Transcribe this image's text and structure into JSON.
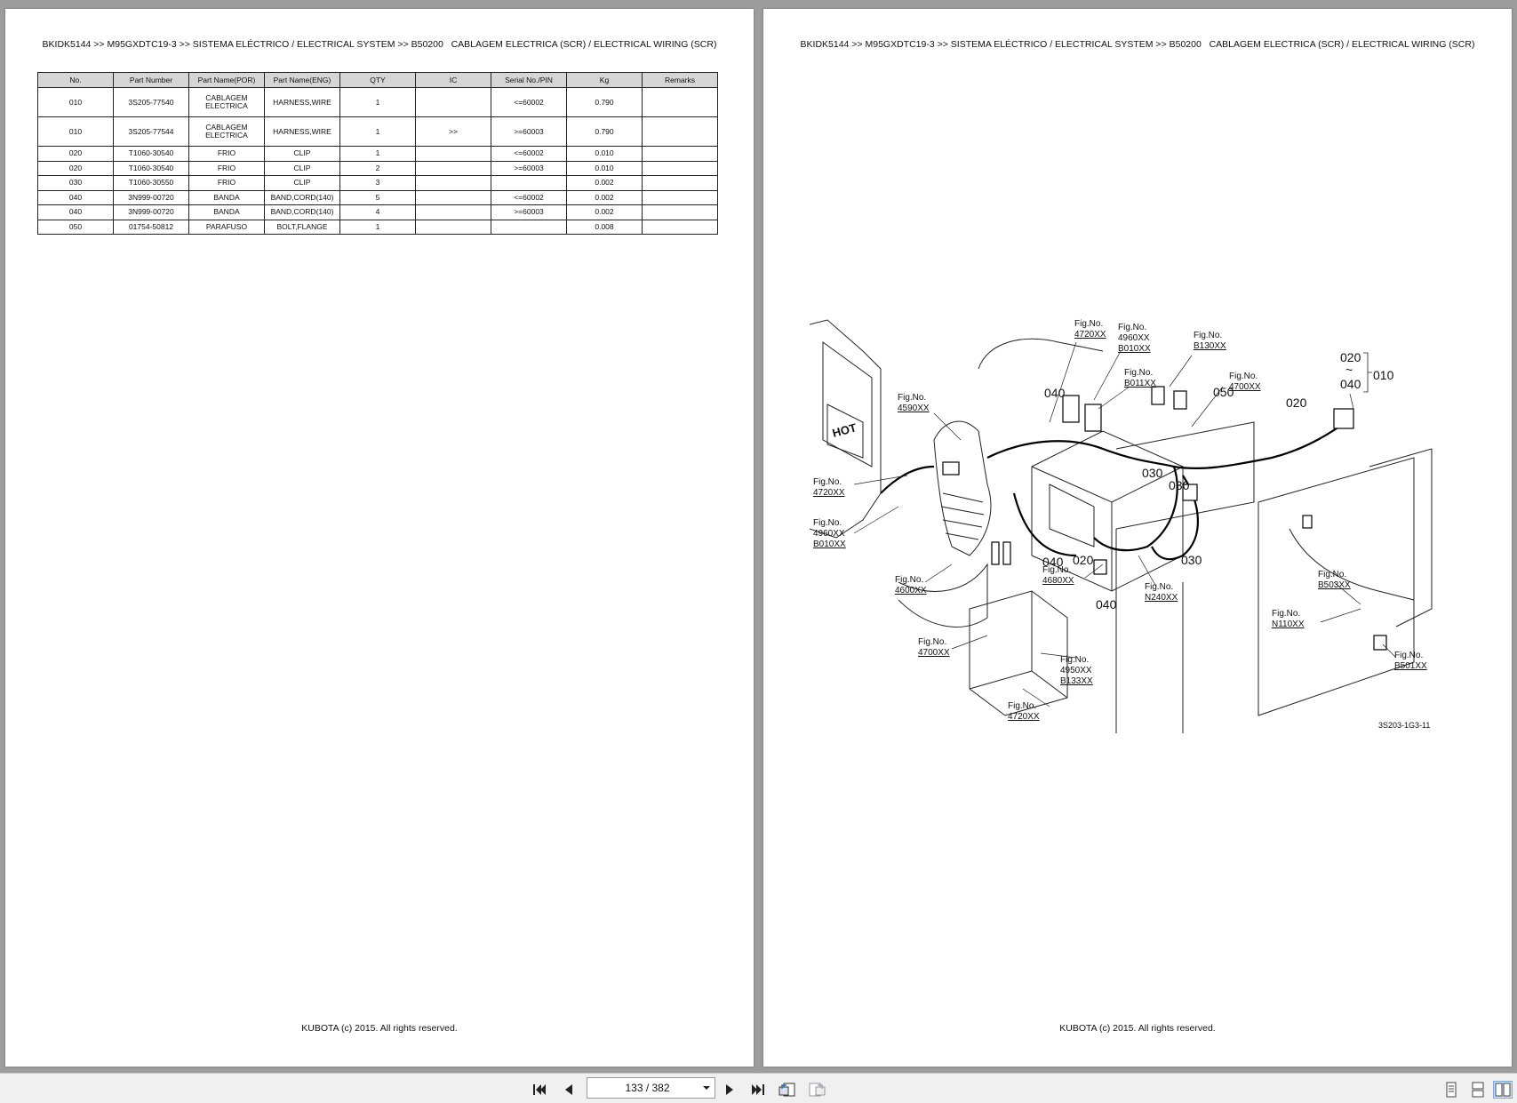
{
  "header": {
    "breadcrumb": "BKIDK5144 >> M95GXDTC19-3 >> SISTEMA ELÉCTRICO / ELECTRICAL SYSTEM >> B50200   CABLAGEM ELECTRICA (SCR) / ELECTRICAL WIRING (SCR)"
  },
  "footer": {
    "copyright": "KUBOTA (c) 2015. All rights reserved."
  },
  "parts_table": {
    "columns": [
      "No.",
      "Part Number",
      "Part Name(POR)",
      "Part Name(ENG)",
      "QTY",
      "IC",
      "Serial No./PIN",
      "Kg",
      "Remarks"
    ],
    "rows": [
      {
        "no": "010",
        "part_number": "3S205-77540",
        "name_por": "CABLAGEM ELECTRICA",
        "name_eng": "HARNESS,WIRE",
        "qty": "1",
        "ic": "",
        "serial": "<=60002",
        "kg": "0.790",
        "remarks": ""
      },
      {
        "no": "010",
        "part_number": "3S205-77544",
        "name_por": "CABLAGEM ELECTRICA",
        "name_eng": "HARNESS,WIRE",
        "qty": "1",
        "ic": ">>",
        "serial": ">=60003",
        "kg": "0.790",
        "remarks": ""
      },
      {
        "no": "020",
        "part_number": "T1060-30540",
        "name_por": "FRIO",
        "name_eng": "CLIP",
        "qty": "1",
        "ic": "",
        "serial": "<=60002",
        "kg": "0.010",
        "remarks": ""
      },
      {
        "no": "020",
        "part_number": "T1060-30540",
        "name_por": "FRIO",
        "name_eng": "CLIP",
        "qty": "2",
        "ic": "",
        "serial": ">=60003",
        "kg": "0.010",
        "remarks": ""
      },
      {
        "no": "030",
        "part_number": "T1060-30550",
        "name_por": "FRIO",
        "name_eng": "CLIP",
        "qty": "3",
        "ic": "",
        "serial": "",
        "kg": "0.002",
        "remarks": ""
      },
      {
        "no": "040",
        "part_number": "3N999-00720",
        "name_por": "BANDA",
        "name_eng": "BAND,CORD(140)",
        "qty": "5",
        "ic": "",
        "serial": "<=60002",
        "kg": "0.002",
        "remarks": ""
      },
      {
        "no": "040",
        "part_number": "3N999-00720",
        "name_por": "BANDA",
        "name_eng": "BAND,CORD(140)",
        "qty": "4",
        "ic": "",
        "serial": ">=60003",
        "kg": "0.002",
        "remarks": ""
      },
      {
        "no": "050",
        "part_number": "01754-50812",
        "name_por": "PARAFUSO",
        "name_eng": "BOLT,FLANGE",
        "qty": "1",
        "ic": "",
        "serial": "",
        "kg": "0.008",
        "remarks": ""
      }
    ]
  },
  "diagram": {
    "fig_prefix": "Fig.No.",
    "figs": [
      "4720XX",
      "4960XX",
      "B010XX",
      "B130XX",
      "B011XX",
      "4700XX",
      "4590XX",
      "4720XX",
      "4960XX",
      "B010XX",
      "4680XX",
      "N240XX",
      "4600XX",
      "4700XX",
      "4950XX",
      "B133XX",
      "4720XX",
      "B503XX",
      "N110XX",
      "B501XX"
    ],
    "callouts": [
      "040",
      "050",
      "020",
      "030",
      "030",
      "040",
      "020",
      "040",
      "030",
      "020",
      "~",
      "040",
      "010"
    ],
    "hot_label": "HOT",
    "drawing_code": "3S203-1G3-11"
  },
  "viewer": {
    "page_indicator": "133 / 382",
    "icons": {
      "first": "first-page-icon",
      "prev": "previous-page-icon",
      "next": "next-page-icon",
      "last": "last-page-icon",
      "back": "back-view-icon",
      "forward": "forward-view-icon",
      "single": "single-page-view-icon",
      "continuous": "continuous-view-icon",
      "facing": "facing-pages-view-icon"
    }
  }
}
